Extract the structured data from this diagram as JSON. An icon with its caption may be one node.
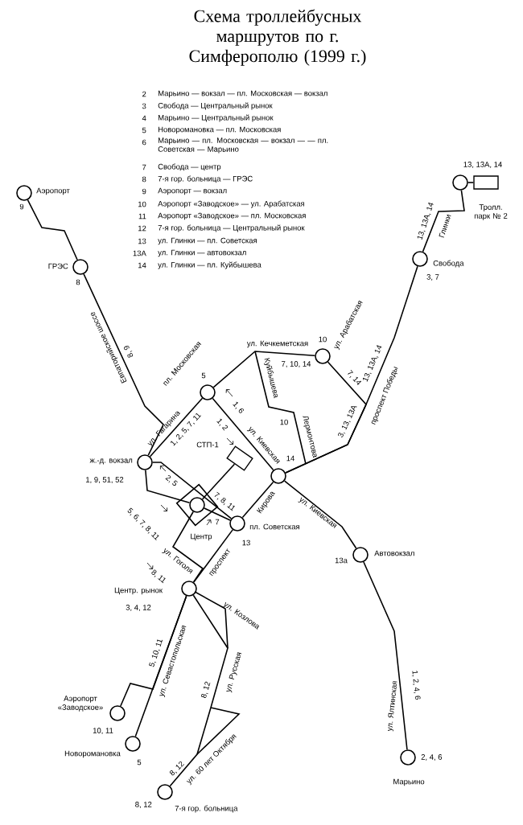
{
  "diagram": {
    "title": "Схема троллейбусных маршрутов по г. Симферополю (1999 г.)",
    "nodes": [
      {
        "text": [
          "Аэропорт",
          "9"
        ]
      },
      {
        "text": [
          "ГРЭС",
          "8"
        ]
      },
      {
        "text": [
          "пл. Московская",
          "5"
        ]
      },
      {
        "text": [
          "ж.-д. вокзал",
          "1, 9, 51, 52"
        ]
      },
      {
        "text": [
          "10"
        ]
      },
      {
        "text": [
          "14"
        ]
      },
      {
        "text": [
          "Свобода",
          "3, 7"
        ]
      },
      {
        "text": [
          "13, 13А, 14"
        ]
      },
      {
        "text": [
          "Тролл. парк № 2"
        ]
      },
      {
        "text": [
          "Центр"
        ]
      },
      {
        "text": [
          "пл. Советская",
          "13"
        ]
      },
      {
        "text": [
          "Центр. рынок",
          "3, 4, 12"
        ]
      },
      {
        "text": [
          "Автовокзал",
          "13а"
        ]
      },
      {
        "text": [
          "2, 4, 6",
          "Марьино"
        ]
      },
      {
        "text": [
          "Аэропорт «Заводское»",
          "10, 11"
        ]
      },
      {
        "text": [
          "Новоромановка",
          "5"
        ]
      },
      {
        "text": [
          "8, 12",
          "7-я гор. больница"
        ]
      },
      {
        "text": [
          "СТП-1"
        ]
      }
    ],
    "edges": [
      {
        "from": 0,
        "to": 1,
        "arrow": "none"
      },
      {
        "from": 1,
        "to": 3,
        "arrow": "none",
        "label": "8, 9"
      },
      {
        "from": 3,
        "to": 2,
        "arrow": "none",
        "label": "1, 2, 5, 7, 11"
      },
      {
        "from": 2,
        "to": 4,
        "arrow": "none",
        "label": "7, 10, 14"
      },
      {
        "from": 2,
        "to": 5,
        "arrow": "none",
        "label": "1, 2"
      },
      {
        "from": 4,
        "to": 5,
        "arrow": "none",
        "label": "7, 14"
      },
      {
        "from": 6,
        "to": 5,
        "arrow": "none",
        "label": "13, 13А, 14"
      },
      {
        "from": 7,
        "to": 6,
        "arrow": "none",
        "label": "13, 13А, 14"
      },
      {
        "from": 7,
        "to": 8,
        "arrow": "none"
      },
      {
        "from": 5,
        "to": 12,
        "arrow": "none"
      },
      {
        "from": 12,
        "to": 13,
        "arrow": "none",
        "label": "1, 2, 4, 6"
      },
      {
        "from": 5,
        "to": 10,
        "arrow": "none"
      },
      {
        "from": 3,
        "to": 9,
        "arrow": "none",
        "label": "5, 6, 7, 8, 11"
      },
      {
        "from": 3,
        "to": 10,
        "arrow": "none",
        "label": "7, 8, 11"
      },
      {
        "from": 9,
        "to": 10,
        "arrow": "none",
        "label": "7"
      },
      {
        "from": 9,
        "to": 11,
        "arrow": "none",
        "label": "8, 11"
      },
      {
        "from": 10,
        "to": 11,
        "arrow": "none"
      },
      {
        "from": 11,
        "to": 15,
        "arrow": "none",
        "label": "5, 10, 11"
      },
      {
        "from": 11,
        "to": 14,
        "arrow": "none"
      },
      {
        "from": 11,
        "to": 16,
        "arrow": "none",
        "label": "8, 12"
      },
      {
        "from": 17,
        "to": 9,
        "arrow": "none"
      }
    ],
    "labels": [
      "2",
      "Марьино — вокзал — пл. Московская — вокзал",
      "3",
      "Свобода — Центральный рынок",
      "4",
      "Марьино — Центральный рынок",
      "5",
      "Новоромановка — пл. Московская",
      "6",
      "Марьино — пл. Московская — вокзал — — пл. Советская — Марьино",
      "7",
      "Свобода — центр",
      "8",
      "7-я гор. больница — ГРЭС",
      "9",
      "Аэропорт — вокзал",
      "10",
      "Аэропорт «Заводское» — ул. Арабатская",
      "11",
      "Аэропорт «Заводское» — пл. Московская",
      "12",
      "7-я гор. больница — Центральный рынок",
      "13",
      "ул. Глинки — пл. Советская",
      "13А",
      "ул. Глинки — автовокзал",
      "14",
      "ул. Глинки — пл. Куйбышева",
      "Евпаторийское шоссе",
      "ул. Гагарина",
      "ул. Кечкеметская",
      "ул. Арабатская",
      "проспект Победы",
      "3, 13, 13А",
      "Глинки",
      "ул. Киевская",
      "1, 6",
      "Куйбышева",
      "10",
      "Лермонтова",
      "2, 5",
      "ул. Гоголя",
      "проспект",
      "ул. Козлова",
      "ул. Севастопольская",
      "ул. Русская",
      "ул. 60 лет Октября",
      "8, 12",
      "Кирова",
      "ул. Киевская",
      "ул. Ялтинская"
    ]
  }
}
